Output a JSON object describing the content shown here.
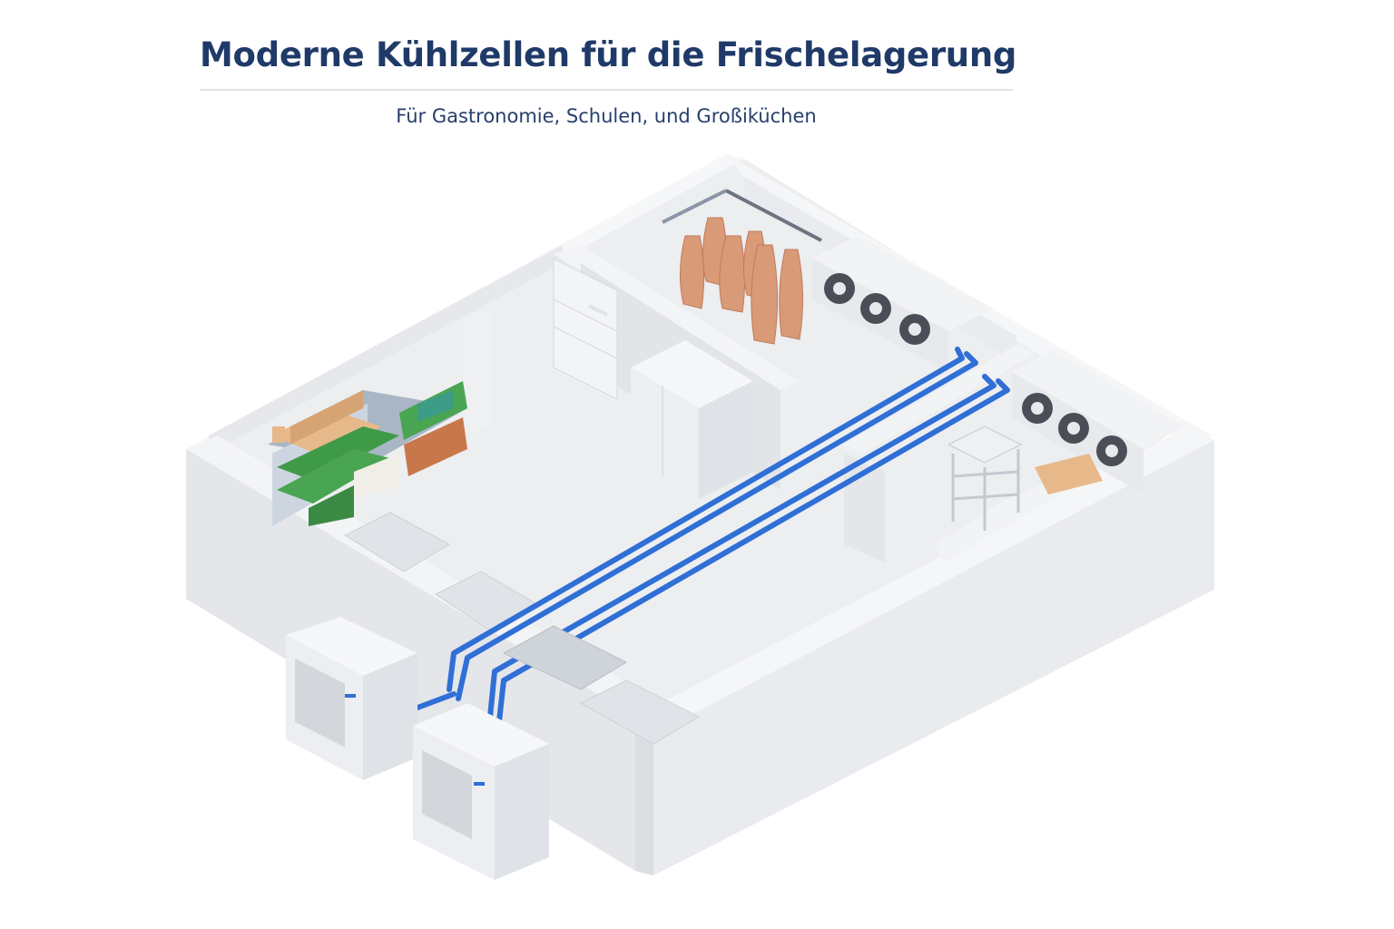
{
  "header": {
    "title": "Moderne Kühlzellen für die Frischelagerung",
    "subtitle": "Für Gastronomie, Schulen, und Großiküchen"
  },
  "illustration": {
    "description": "Isometric 3D cutaway of a cold-storage facility with multiple cooling rooms",
    "elements": [
      "shelving-with-vegetables-and-boxes",
      "hanging-meat-rail",
      "evaporator-unit-3-fans-upper",
      "evaporator-unit-3-fans-lower",
      "refrigerator-side-by-side",
      "insulated-door",
      "wire-shelving-unit",
      "floor-drain-grates",
      "refrigerant-pipes",
      "condensing-unit-left",
      "condensing-unit-right"
    ]
  },
  "colors": {
    "title": "#1f3a68",
    "subtitle": "#26406b",
    "rule": "#dfe4ea",
    "pipe": "#2f6fd6",
    "wall_top": "#f4f5f7",
    "wall_side": "#e3e5e9",
    "floor": "#eceef0",
    "meat": "#d99a78",
    "box": "#e7b98a",
    "greens": "#3f9a48",
    "fan": "#4a4f57"
  }
}
